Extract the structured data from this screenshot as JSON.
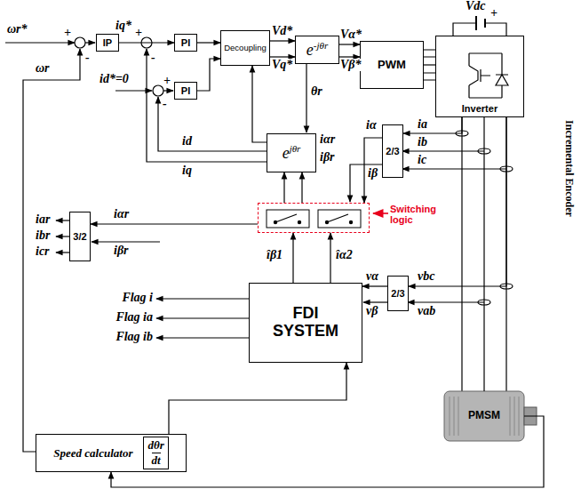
{
  "diagram": {
    "nodes": [
      {
        "text": [
          "IP"
        ]
      },
      {
        "text": [
          "PI"
        ]
      },
      {
        "text": [
          "PI"
        ]
      },
      {
        "text": [
          "Decoupling"
        ]
      },
      {
        "text": [
          "e",
          "-jθr"
        ]
      },
      {
        "text": [
          "PWM"
        ]
      },
      {
        "text": [
          "Inverter"
        ]
      },
      {
        "text": [
          "e",
          "jθr"
        ]
      },
      {
        "text": [
          "2/3"
        ]
      },
      {
        "text": [
          "3/2"
        ]
      },
      {
        "text": [
          "Switching logic"
        ]
      },
      {
        "text": [
          "FDI SYSTEM"
        ]
      },
      {
        "text": [
          "2/3"
        ]
      },
      {
        "text": [
          "PMSM"
        ]
      },
      {
        "text": [
          "Speed calculator",
          "dθr",
          "dt"
        ]
      }
    ],
    "edges": [
      {
        "from": 0,
        "to": 1,
        "arrow": "to"
      },
      {
        "from": 1,
        "to": 3,
        "arrow": "to"
      },
      {
        "from": 2,
        "to": 3,
        "arrow": "to"
      },
      {
        "from": 3,
        "to": 4,
        "arrow": "to"
      },
      {
        "from": 3,
        "to": 4,
        "arrow": "to"
      },
      {
        "from": 4,
        "to": 5,
        "arrow": "to"
      },
      {
        "from": 4,
        "to": 5,
        "arrow": "to"
      },
      {
        "from": 5,
        "to": 6,
        "arrow": "none"
      },
      {
        "from": 6,
        "to": 8,
        "arrow": "to"
      },
      {
        "from": 8,
        "to": 10,
        "arrow": "to"
      },
      {
        "from": 10,
        "to": 7,
        "arrow": "to"
      },
      {
        "from": 10,
        "to": 7,
        "arrow": "to"
      },
      {
        "from": 11,
        "to": 10,
        "arrow": "to"
      },
      {
        "from": 11,
        "to": 10,
        "arrow": "to"
      },
      {
        "from": 10,
        "to": 9,
        "arrow": "to"
      },
      {
        "from": 7,
        "to": 3,
        "arrow": "to"
      },
      {
        "from": 6,
        "to": 12,
        "arrow": "to"
      },
      {
        "from": 12,
        "to": 11,
        "arrow": "to"
      },
      {
        "from": 6,
        "to": 13,
        "arrow": "none"
      },
      {
        "from": 13,
        "to": 14,
        "arrow": "to"
      },
      {
        "from": 14,
        "to": 11,
        "arrow": "to"
      }
    ],
    "labels": [
      "ωr*",
      "+",
      "-",
      "ωr",
      "iq*",
      "+",
      "-",
      "id*=0",
      "+",
      "-",
      "Vd*",
      "Vq*",
      "Vα*",
      "Vβ*",
      "Vdc",
      "+",
      "θr",
      "id",
      "iq",
      "iαr",
      "iβr",
      "iα",
      "iβ",
      "ia",
      "ib",
      "ic",
      "iar",
      "ibr",
      "icr",
      "iαr",
      "iβr",
      "îβ1",
      "îα2",
      "vα",
      "vβ",
      "vbc",
      "vab",
      "Flag i",
      "Flag ia",
      "Flag ib",
      "Incremental Encoder"
    ]
  }
}
